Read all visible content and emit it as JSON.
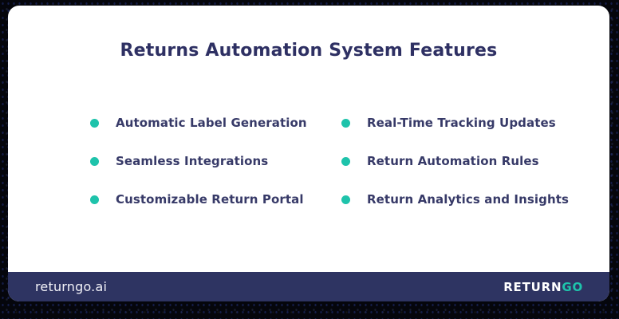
{
  "card": {
    "title": "Returns Automation System Features"
  },
  "features": {
    "left": [
      "Automatic Label Generation",
      "Seamless Integrations",
      "Customizable Return Portal"
    ],
    "right": [
      "Real-Time Tracking Updates",
      "Return Automation Rules",
      "Return Analytics and Insights"
    ]
  },
  "footer": {
    "website": "returngo.ai",
    "logo_return": "RETURN",
    "logo_go": "GO"
  },
  "colors": {
    "accent_teal": "#1EC3AB",
    "navy": "#2E3462",
    "ink": "#2E3063",
    "item_ink": "#373A68",
    "card_bg": "#FFFFFF",
    "page_bg": "#05060C"
  }
}
